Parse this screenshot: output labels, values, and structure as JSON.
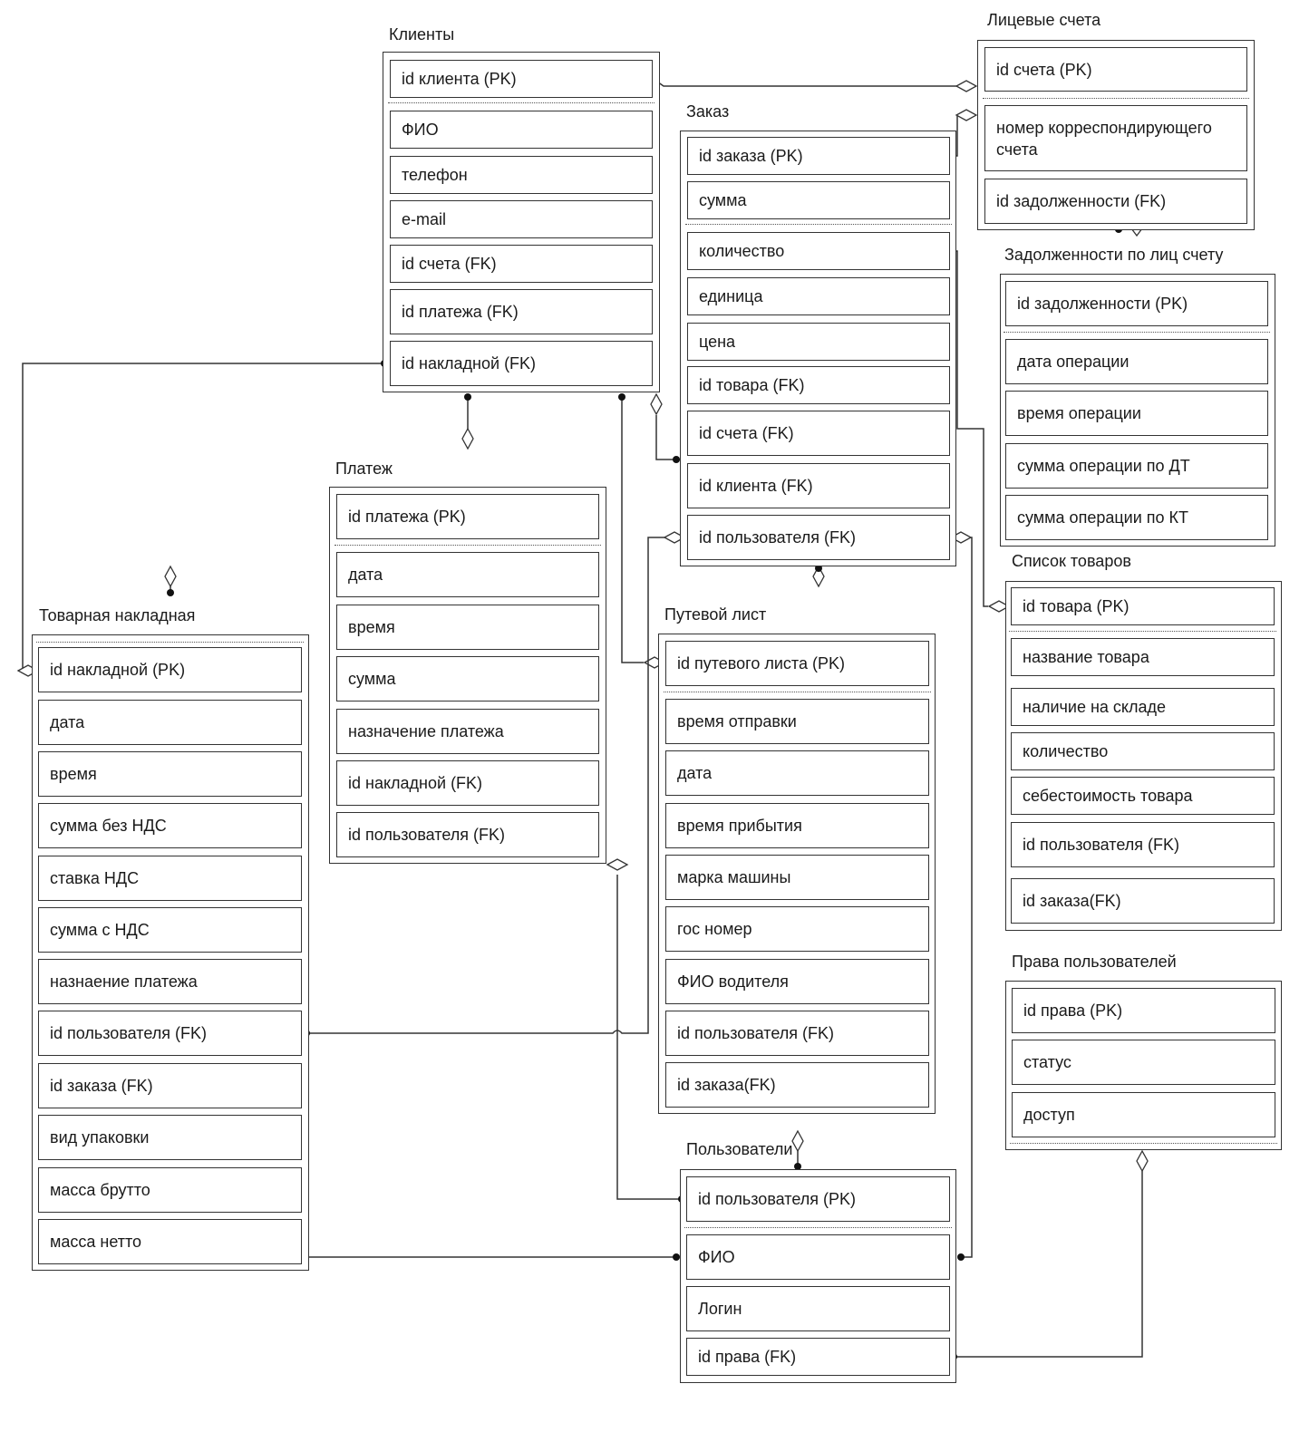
{
  "entities": {
    "clients": {
      "title": "Клиенты",
      "fields": [
        "id клиента    (PK)",
        "ФИО",
        "телефон",
        "e-mail",
        "id счета (FK)",
        "id платежа (FK)",
        "id накладной (FK)"
      ]
    },
    "accounts": {
      "title": "Лицевые счета",
      "fields": [
        "id счета (PK)",
        "номер корреспондирующего счета",
        "id задолженности (FK)"
      ]
    },
    "orders": {
      "title": "Заказ",
      "fields": [
        "id заказа    (PK)",
        "сумма",
        "количество",
        "единица",
        "цена",
        "id товара (FK)",
        "id счета (FK)",
        "id клиента (FK)",
        "id пользователя (FK)"
      ]
    },
    "debts": {
      "title": "Задолженности по лиц счету",
      "fields": [
        "id задолженности (PK)",
        "дата операции",
        "время операции",
        "сумма операции по ДТ",
        "сумма операции по КТ"
      ]
    },
    "payments": {
      "title": "Платеж",
      "fields": [
        "id платежа (PK)",
        "дата",
        "время",
        "сумма",
        "назначение платежа",
        "id накладной (FK)",
        "id пользователя (FK)"
      ]
    },
    "products": {
      "title": "Список товаров",
      "fields": [
        "id товара    (PK)",
        "название товара",
        "наличие на складе",
        "количество",
        "себестоимость товара",
        "id пользователя (FK)",
        "id заказа(FK)"
      ]
    },
    "waybill": {
      "title": "Путевой лист",
      "fields": [
        "id путевого листа (PK)",
        "время отправки",
        "дата",
        "время прибытия",
        "марка машины",
        "гос номер",
        "ФИО водителя",
        "id пользователя (FK)",
        "id заказа(FK)"
      ]
    },
    "invoice": {
      "title": "Товарная накладная",
      "fields": [
        "id накладной (PK)",
        "дата",
        "время",
        "сумма без НДС",
        "ставка НДС",
        "сумма с НДС",
        "назнаение платежа",
        "id пользователя (FK)",
        "id заказа (FK)",
        "вид упаковки",
        "масса брутто",
        "масса нетто"
      ]
    },
    "rights": {
      "title": "Права пользователей",
      "fields": [
        "id права (PK)",
        "статус",
        "доступ"
      ]
    },
    "users": {
      "title": "Пользователи",
      "fields": [
        "id пользователя (PK)",
        "ФИО",
        "Логин",
        "id права (FK)"
      ]
    }
  },
  "colors": {
    "line": "#333333",
    "text": "#1a1a1a",
    "background": "#ffffff"
  }
}
